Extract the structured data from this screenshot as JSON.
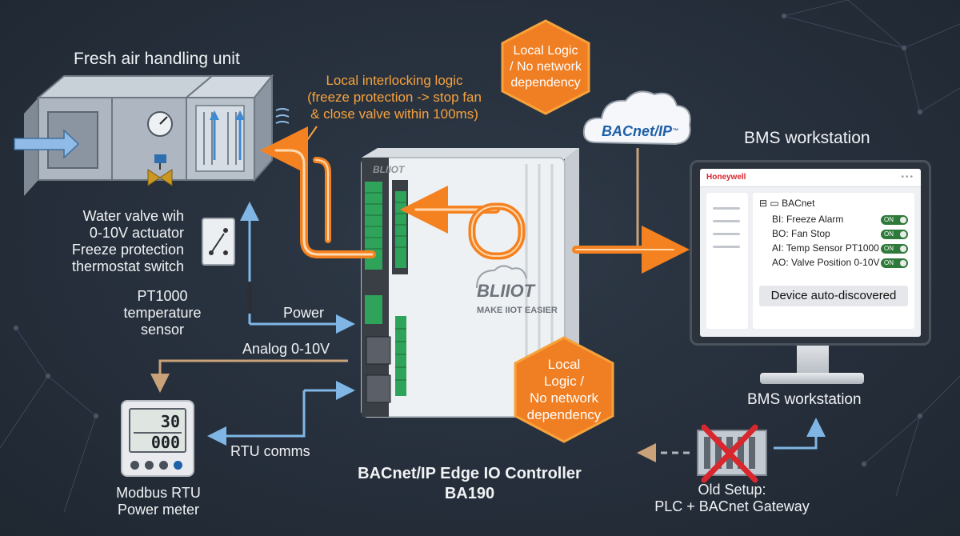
{
  "colors": {
    "background": "#26303d",
    "accent_orange": "#f58220",
    "label_orange": "#f7a23c",
    "link_blue": "#7fb6e6",
    "link_tan": "#c9a27a",
    "red_cross": "#d8272d",
    "toggle_green": "#2f7a3a"
  },
  "labels": {
    "ahu_title": "Fresh air handling unit",
    "interlock": [
      "Local interlocking logic",
      "(freeze protection -> stop fan",
      "& close valve within 100ms)"
    ],
    "water_valve": [
      "Water valve wih",
      "0-10V actuator",
      "Freeze protection",
      "thermostat switch"
    ],
    "pt1000": [
      "PT1000",
      "temperature",
      "sensor"
    ],
    "power": "Power",
    "analog": "Analog 0-10V",
    "rtu_comms": "RTU comms",
    "meter": [
      "Modbus RTU",
      "Power meter"
    ],
    "controller": [
      "BACnet/IP Edge IO Controller",
      "BA190"
    ],
    "bms_top": "BMS workstation",
    "bms_bottom": "BMS workstation",
    "old_setup": [
      "Old Setup:",
      "PLC + BACnet Gateway"
    ],
    "cloud": "BACnet/IP",
    "cloud_tm": "™"
  },
  "hexagons": {
    "top": [
      "Local Logic",
      "/ No network",
      "dependency"
    ],
    "bottom": [
      "Local",
      "Logic /",
      "No network",
      "dependency"
    ]
  },
  "controller": {
    "brand": "BLIIOT",
    "tagline": "MAKE IIOT EASIER"
  },
  "bms_screen": {
    "brand": "Honeywell",
    "tree_root": "BACnet",
    "points": [
      {
        "label": "BI: Freeze Alarm",
        "state": "ON"
      },
      {
        "label": "BO: Fan Stop",
        "state": "ON"
      },
      {
        "label": "AI: Temp Sensor PT1000",
        "state": "ON"
      },
      {
        "label": "AO: Valve Position 0-10V",
        "state": "ON"
      }
    ],
    "banner": "Device auto-discovered"
  },
  "meter": {
    "line1": "30",
    "line2": "000"
  }
}
